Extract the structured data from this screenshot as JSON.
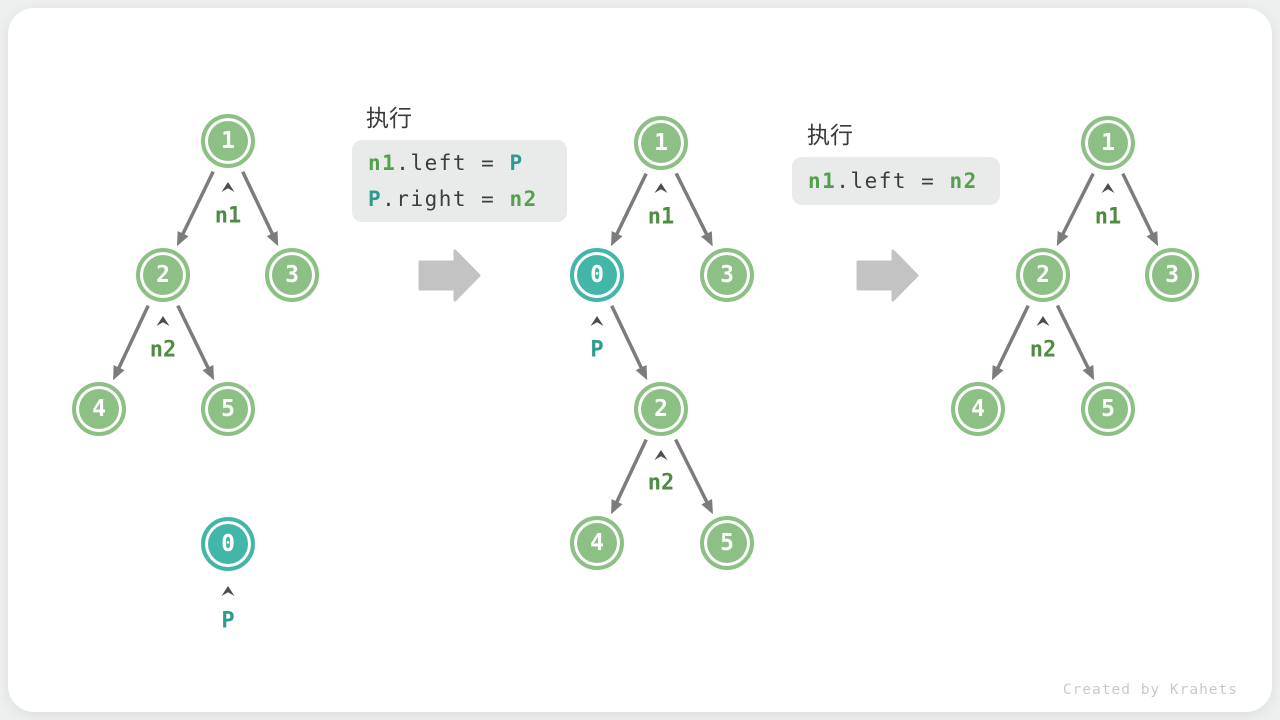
{
  "credit": "Created by Krahets",
  "colors": {
    "node-green": "#8CC084",
    "node-teal": "#43B6AA",
    "label-green": "#4E8B43",
    "label-teal": "#2E9B8F",
    "code-green": "#55A04E",
    "code-teal": "#2E9B8F",
    "code-text": "#3D3D3D",
    "code-bg": "#E9EAEA",
    "edge-gray": "#7C7C7C",
    "caret-gray": "#4D4D4D",
    "big-arrow-gray": "#C3C3C3",
    "title-text": "#3A3A3A",
    "credit-gray": "#C9C9C9"
  },
  "exec_block_1": {
    "title": "执行",
    "line1": {
      "kw1": "n1",
      "mid": ".left = ",
      "kw2": "P"
    },
    "line2": {
      "kw1": "P",
      "mid": ".right = ",
      "kw2": "n2"
    }
  },
  "exec_block_2": {
    "title": "执行",
    "line1": {
      "kw1": "n1",
      "mid": ".left = ",
      "kw2": "n2"
    }
  },
  "tree_left": {
    "node1": "1",
    "node2": "2",
    "node3": "3",
    "node4": "4",
    "node5": "5",
    "node0": "0",
    "label_n1": "n1",
    "label_n2": "n2",
    "label_p": "P"
  },
  "tree_middle": {
    "node1": "1",
    "node0": "0",
    "node3": "3",
    "node2": "2",
    "node4": "4",
    "node5": "5",
    "label_n1": "n1",
    "label_p": "P",
    "label_n2": "n2"
  },
  "tree_right": {
    "node1": "1",
    "node2": "2",
    "node3": "3",
    "node4": "4",
    "node5": "5",
    "label_n1": "n1",
    "label_n2": "n2"
  }
}
